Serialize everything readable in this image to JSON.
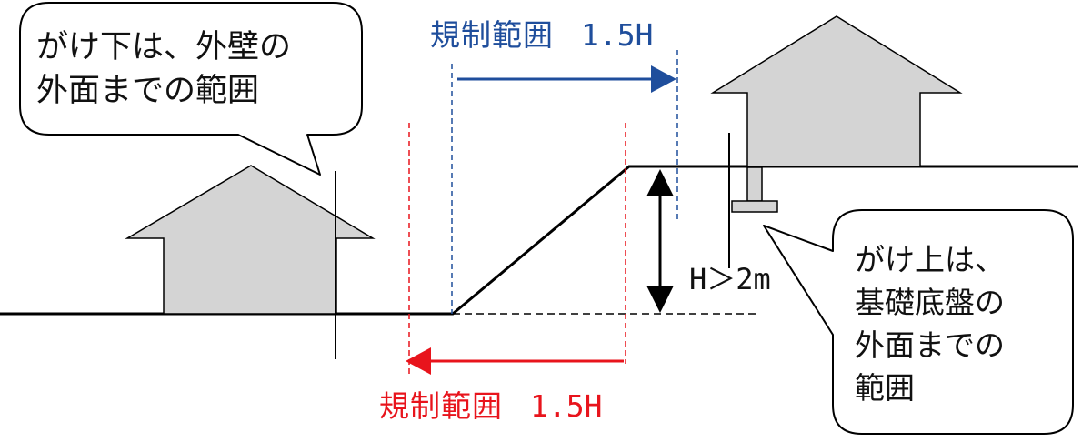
{
  "callouts": {
    "below": {
      "lines": [
        "がけ下は、外壁の",
        "外面までの範囲"
      ]
    },
    "above": {
      "lines": [
        "がけ上は、",
        "基礎底盤の",
        "外面までの",
        "範囲"
      ]
    }
  },
  "ranges": {
    "upper": {
      "word": "規制範囲",
      "value": "1.5H"
    },
    "lower": {
      "word": "規制範囲",
      "value": "1.5H"
    }
  },
  "height_label": "H＞2m",
  "colors": {
    "upper_range": "#1f4e9c",
    "lower_range": "#e8141c",
    "house_fill": "#d4d4d4",
    "line": "#000000"
  }
}
